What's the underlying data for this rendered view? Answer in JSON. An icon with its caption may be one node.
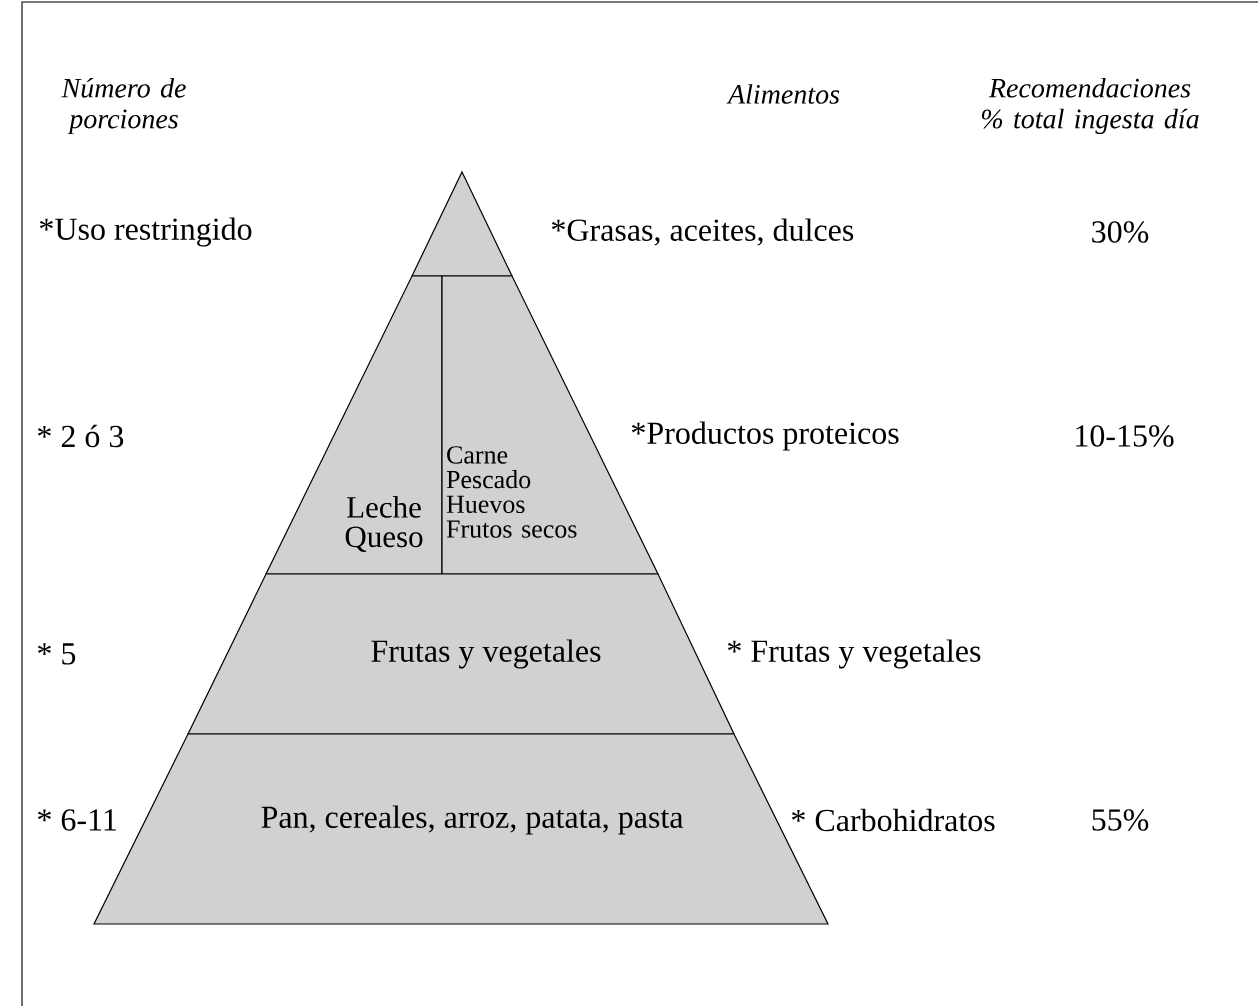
{
  "diagram": {
    "nodes": [
      {
        "text": [],
        "shape": "triangle"
      },
      {
        "text": [
          "Leche Queso"
        ]
      },
      {
        "text": [
          "Carne Pescado Huevos Frutos secos"
        ]
      },
      {
        "text": [
          "Frutas y vegetales"
        ]
      },
      {
        "text": [
          "Pan, cereales, arroz, patata, pasta"
        ]
      }
    ],
    "labels": [
      "Número de porciones",
      "Alimentos",
      "Recomendaciones % total ingesta día",
      "*Uso restringido",
      "*Grasas, aceites, dulces",
      "30%",
      "* 2 ó 3",
      "*Productos proteicos",
      "10-15%",
      "* 5",
      "* Frutas y vegetales",
      "* 6-11",
      "* Carbohidratos",
      "55%"
    ]
  }
}
